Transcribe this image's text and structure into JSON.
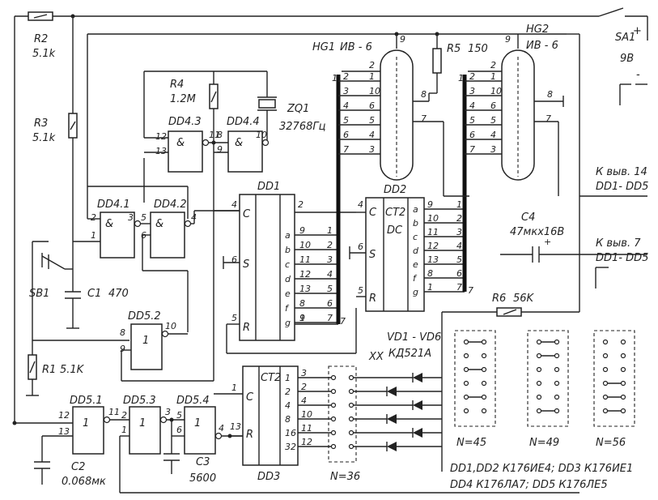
{
  "components": {
    "r2": {
      "ref": "R2",
      "value": "5.1k"
    },
    "r3": {
      "ref": "R3",
      "value": "5.1k"
    },
    "r4": {
      "ref": "R4",
      "value": "1.2M"
    },
    "r5": {
      "ref": "R5",
      "value": "150"
    },
    "r6": {
      "ref": "R6",
      "value": "56K"
    },
    "r1": {
      "ref": "R1",
      "value": "5.1K"
    },
    "zq1": {
      "ref": "ZQ1",
      "value": "32768Гц"
    },
    "c1": {
      "ref": "C1",
      "value": "470"
    },
    "c2": {
      "ref": "C2",
      "value": "0.068мк"
    },
    "c3": {
      "ref": "C3",
      "value": "5600"
    },
    "c4": {
      "ref": "C4",
      "value": "47мкх16В"
    },
    "sb1": {
      "ref": "SB1"
    },
    "sa1": {
      "ref": "SA1",
      "value": "9В"
    },
    "diodes": {
      "ref": "VD1 - VD6",
      "value": "КД521А"
    },
    "xx": "XX",
    "hg1": {
      "ref": "HG1",
      "type": "ИВ - 6"
    },
    "hg2": {
      "ref": "HG2",
      "type": "ИВ - 6"
    }
  },
  "gates": {
    "dd4_1": "DD4.1",
    "dd4_2": "DD4.2",
    "dd4_3": "DD4.3",
    "dd4_4": "DD4.4",
    "dd5_1": "DD5.1",
    "dd5_2": "DD5.2",
    "dd5_3": "DD5.3",
    "dd5_4": "DD5.4",
    "and_sym": "&",
    "one_sym": "1"
  },
  "chips": {
    "dd1": {
      "ref": "DD1",
      "pin_c": "C",
      "pin_s": "S",
      "pin_r": "R",
      "outs": [
        "a",
        "b",
        "c",
        "d",
        "e",
        "f",
        "g"
      ]
    },
    "dd2": {
      "ref": "DD2",
      "func1": "CT2",
      "func2": "DC",
      "pin_c": "C",
      "pin_s": "S",
      "pin_r": "R",
      "outs": [
        "a",
        "b",
        "c",
        "d",
        "e",
        "f",
        "g"
      ]
    },
    "dd3": {
      "ref": "DD3",
      "func": "CT2",
      "pin_c": "C",
      "pin_r": "R",
      "outs": [
        "1",
        "2",
        "4",
        "8",
        "16",
        "32"
      ]
    }
  },
  "power": {
    "plus": "+",
    "minus": "-",
    "to14": "К выв. 14",
    "to14b": "DD1- DD5",
    "to7": "К выв. 7",
    "to7b": "DD1- DD5"
  },
  "jumpers": {
    "n36": "N=36",
    "n45": "N=45",
    "n49": "N=49",
    "n56": "N=56"
  },
  "notes": {
    "line1": "DD1,DD2 К176ИЕ4; DD3 К176ИЕ1",
    "line2": "DD4 К176ЛА7; DD5 К176ЛЕ5"
  }
}
